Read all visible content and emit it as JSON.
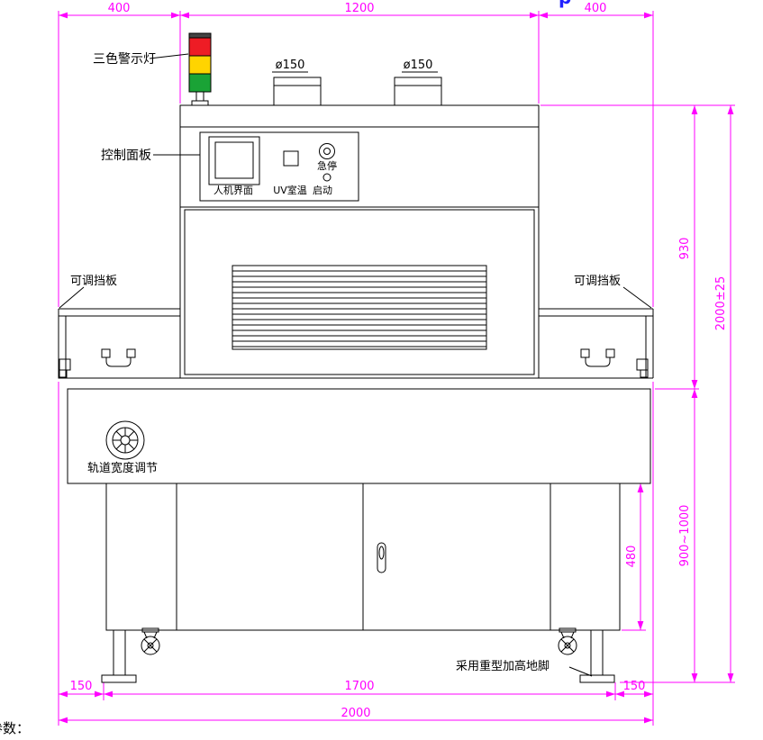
{
  "title_fragment": "p",
  "colors": {
    "line": "#000000",
    "dimension": "#ff00ff",
    "light_red": "#ee1c25",
    "light_yellow": "#ffd400",
    "light_green": "#1aa336",
    "title_blue": "#2222ff"
  },
  "callouts": {
    "warning_light": "三色警示灯",
    "control_panel": "控制面板",
    "baffle_left": "可调挡板",
    "baffle_right": "可调挡板",
    "track_width_adjust": "轨道宽度调节",
    "heavy_duty_feet": "采用重型加高地脚",
    "parameters": "参数："
  },
  "panel": {
    "hmi": "人机界面",
    "uv_temp": "UV室温",
    "emergency_stop": "急停",
    "start": "启动"
  },
  "dimensions": {
    "top_left": "400",
    "top_center": "1200",
    "top_right": "400",
    "vent_left": "ø150",
    "vent_right": "ø150",
    "height_upper": "930",
    "height_overall": "2000±25",
    "height_lower": "900~1000",
    "cabinet_door": "480",
    "bottom_left": "150",
    "bottom_center": "1700",
    "bottom_right": "150",
    "bottom_overall": "2000"
  }
}
